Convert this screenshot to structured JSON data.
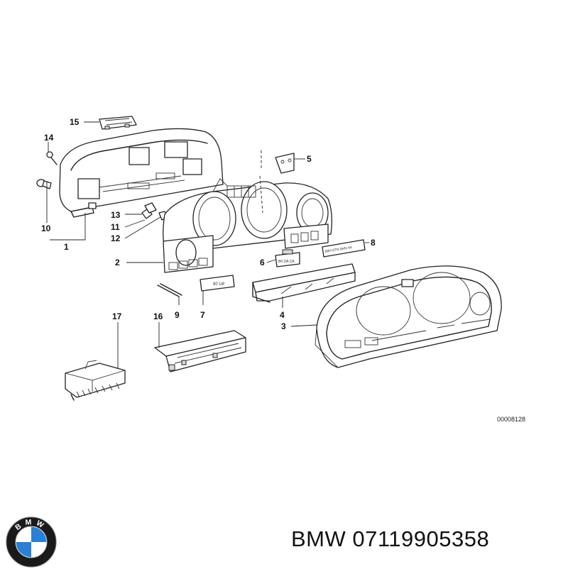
{
  "callouts": [
    "1",
    "2",
    "3",
    "4",
    "5",
    "6",
    "7",
    "8",
    "9",
    "10",
    "11",
    "12",
    "13",
    "14",
    "15",
    "16",
    "17"
  ],
  "labels": {
    "part7": "80 U8",
    "part8": "88H 8TN 8HN 44"
  },
  "document_number": "00008128",
  "footer": {
    "text": "BMW 07119905358"
  },
  "logo": {
    "name": "bmw-roundel",
    "letters": "BMW",
    "colors": {
      "ring": "#1a1a1a",
      "blue": "#2b7fd4",
      "white": "#ffffff"
    }
  }
}
